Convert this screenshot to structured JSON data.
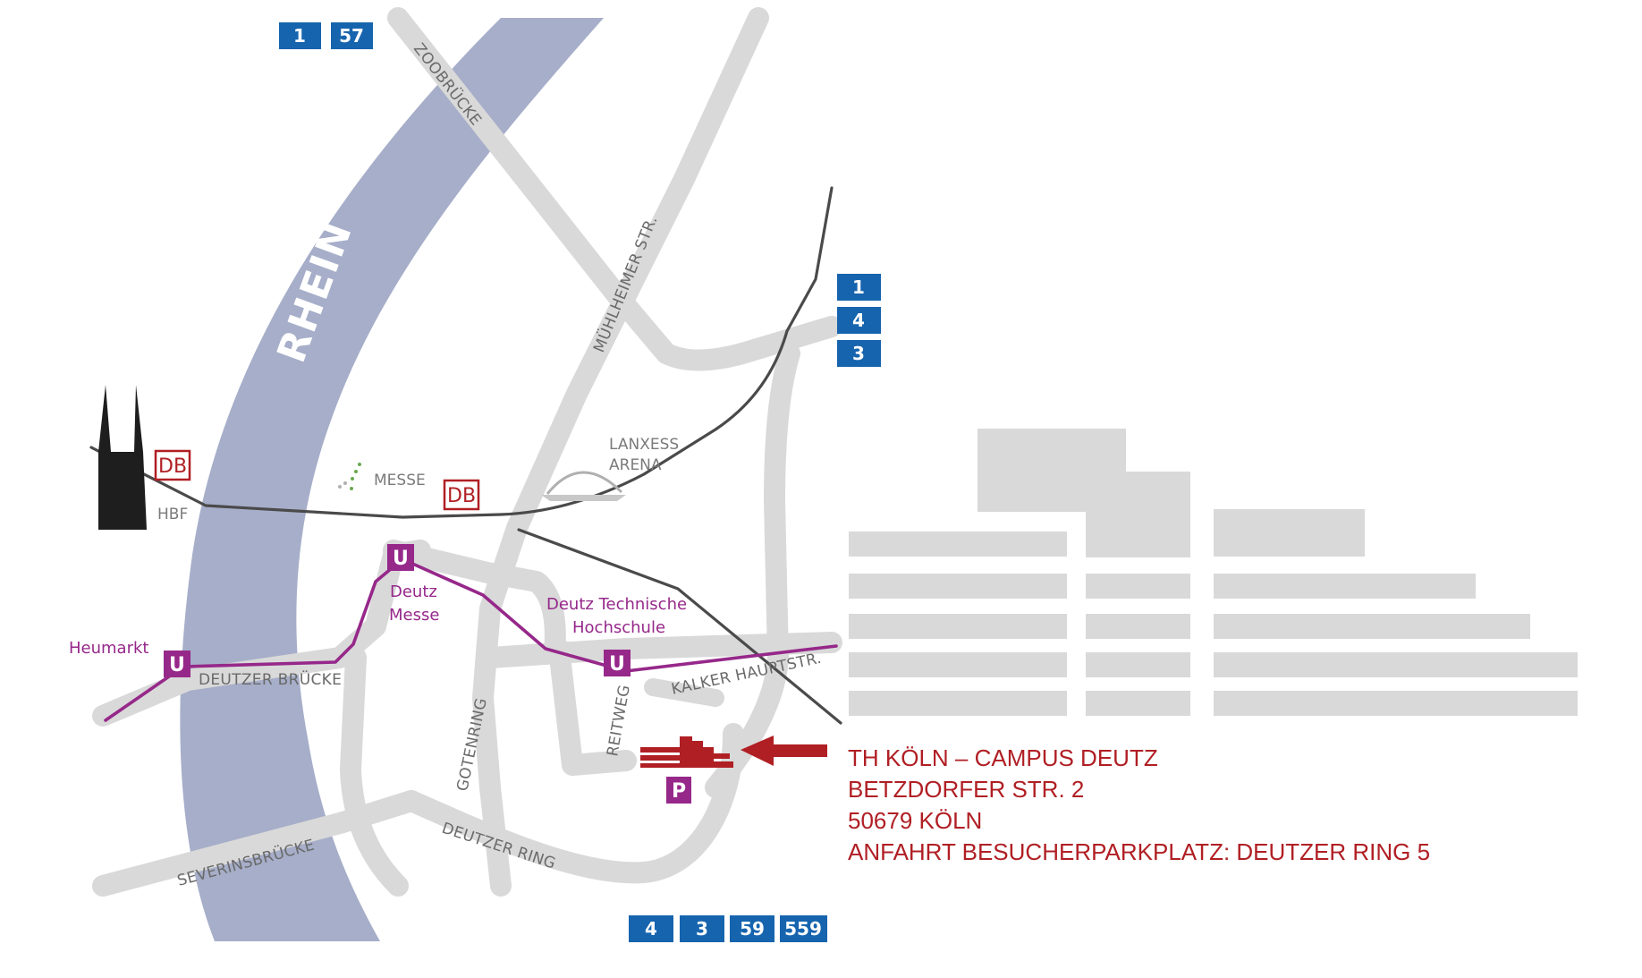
{
  "river": {
    "label": "RHEIN"
  },
  "streets": {
    "zoobruecke": "ZOOBRÜCKE",
    "muehlheimer": "MÜHLHEIMER STR.",
    "deutzer_bruecke": "DEUTZER BRÜCKE",
    "gotenring": "GOTENRING",
    "reitweg": "REITWEG",
    "kalker": "KALKER HAUPTSTR.",
    "severinsbruecke": "SEVERINSBRÜCKE",
    "deutzer_ring": "DEUTZER RING"
  },
  "places": {
    "hbf": "HBF",
    "messe": "MESSE",
    "lanxess_line1": "LANXESS",
    "lanxess_line2": "ARENA",
    "db_label": "DB"
  },
  "stops": {
    "heumarkt": "Heumarkt",
    "deutz_messe_line1": "Deutz",
    "deutz_messe_line2": "Messe",
    "th_line1": "Deutz Technische",
    "th_line2": "Hochschule",
    "u_label": "U",
    "parking_label": "P"
  },
  "badges": {
    "top": [
      "1",
      "57"
    ],
    "right": [
      "1",
      "4",
      "3"
    ],
    "bottom": [
      "4",
      "3",
      "59",
      "559"
    ]
  },
  "address": {
    "line1": "TH KÖLN – CAMPUS DEUTZ",
    "line2": "BETZDORFER STR. 2",
    "line3": "50679 KÖLN",
    "line4": "ANFAHRT BESUCHERPARKPLATZ: DEUTZER RING 5"
  },
  "colors": {
    "river": "#a6aec9",
    "road": "#d9d9d9",
    "rail": "#4a4a4a",
    "tram": "#96288a",
    "badge": "#1664ae",
    "accent_red": "#b01f24"
  }
}
